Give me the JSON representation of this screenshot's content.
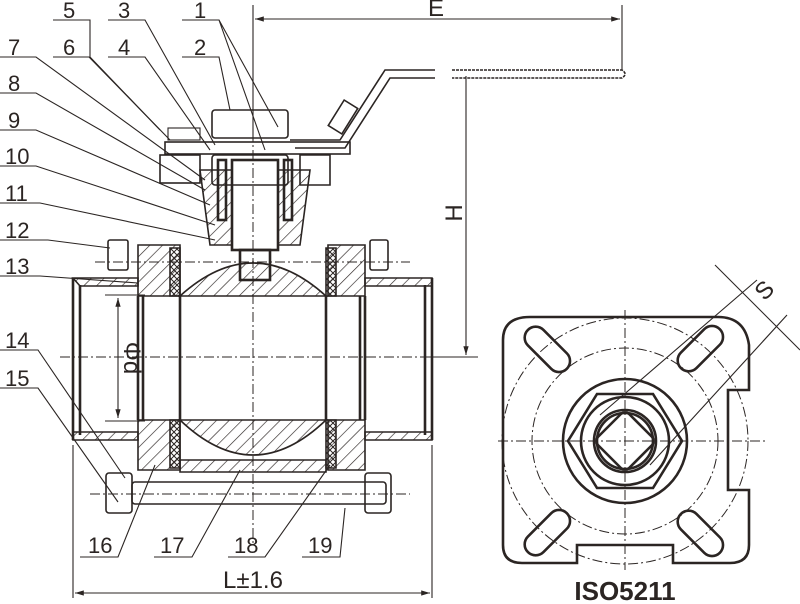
{
  "diagram": {
    "subject": "3-piece ball valve with ISO5211 mounting pad",
    "line_color": "#2b2523",
    "background": "#ffffff",
    "part_labels": [
      {
        "id": "1",
        "text": "1"
      },
      {
        "id": "2",
        "text": "2"
      },
      {
        "id": "3",
        "text": "3"
      },
      {
        "id": "4",
        "text": "4"
      },
      {
        "id": "5",
        "text": "5"
      },
      {
        "id": "6",
        "text": "6"
      },
      {
        "id": "7",
        "text": "7"
      },
      {
        "id": "8",
        "text": "8"
      },
      {
        "id": "9",
        "text": "9"
      },
      {
        "id": "10",
        "text": "10"
      },
      {
        "id": "11",
        "text": "11"
      },
      {
        "id": "12",
        "text": "12"
      },
      {
        "id": "13",
        "text": "13"
      },
      {
        "id": "14",
        "text": "14"
      },
      {
        "id": "15",
        "text": "15"
      },
      {
        "id": "16",
        "text": "16"
      },
      {
        "id": "17",
        "text": "17"
      },
      {
        "id": "18",
        "text": "18"
      },
      {
        "id": "19",
        "text": "19"
      }
    ],
    "dimensions": {
      "E": "E",
      "H": "H",
      "bore": "Φd",
      "length": "L±1.6",
      "S": "S"
    },
    "top_view_caption": "ISO5211"
  }
}
